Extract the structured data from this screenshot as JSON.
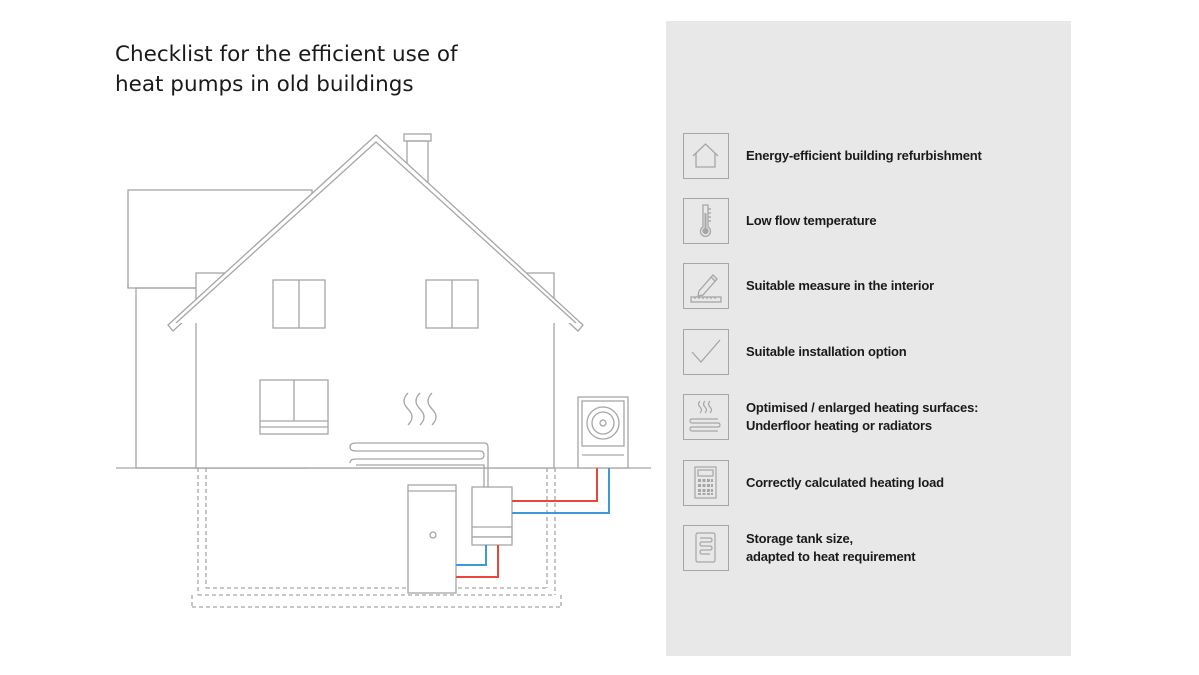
{
  "title": {
    "line1": "Checklist for the efficient use of",
    "line2": "heat pumps in old buildings"
  },
  "checklist": [
    {
      "icon": "house-icon",
      "lines": [
        "Energy-efficient building refurbishment"
      ]
    },
    {
      "icon": "thermometer-icon",
      "lines": [
        "Low flow temperature"
      ]
    },
    {
      "icon": "pencil-ruler-icon",
      "lines": [
        "Suitable measure in the interior"
      ]
    },
    {
      "icon": "checkmark-icon",
      "lines": [
        "Suitable installation option"
      ]
    },
    {
      "icon": "heating-surface-icon",
      "lines": [
        "Optimised / enlarged heating surfaces:",
        "Underfloor heating or radiators"
      ]
    },
    {
      "icon": "calculator-icon",
      "lines": [
        "Correctly calculated heating load"
      ]
    },
    {
      "icon": "storage-tank-icon",
      "lines": [
        "Storage tank size,",
        "adapted to heat requirement"
      ]
    }
  ],
  "colors": {
    "panel": "#e8e8e8",
    "line": "#a6a6a6",
    "flow": "#e8473a",
    "return": "#3d9ad6"
  }
}
